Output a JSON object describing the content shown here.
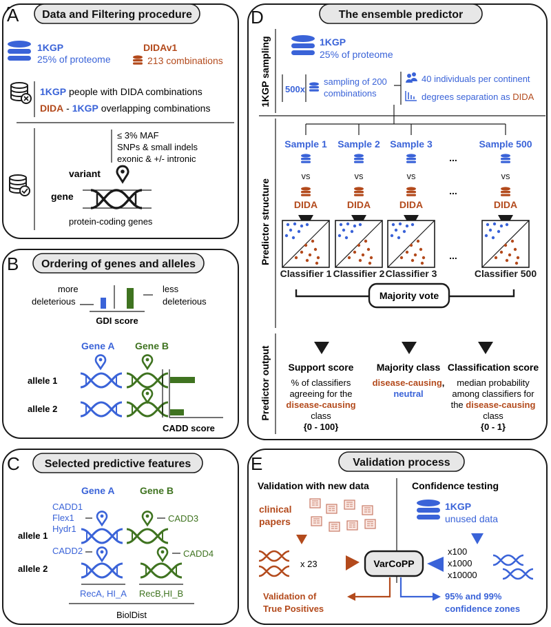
{
  "colors": {
    "blue": "#3a63d8",
    "red": "#b34a1c",
    "green": "#3f7320",
    "dark": "#1a1a1a",
    "header_fill": "#e7e7e7"
  },
  "panel_a": {
    "letter": "A",
    "title": "Data and Filtering procedure",
    "kgp": "1KGP",
    "proteome": "25% of proteome",
    "dida_v1": "DIDAv1",
    "combinations": "213 combinations",
    "filter1_kgp": "1KGP",
    "filter1_rest": " people with DIDA combinations",
    "filter2_dida": "DIDA",
    "filter2_dash": " - ",
    "filter2_kgp": "1KGP",
    "filter2_rest": " overlapping combinations",
    "maf": "≤ 3% MAF",
    "snps": "SNPs & small indels",
    "exonic": "exonic & +/- intronic",
    "variant": "variant",
    "gene": "gene",
    "protein_coding": "protein-coding genes",
    "icons": [
      "database-icon",
      "database-x-icon",
      "database-check-icon",
      "location-pin-icon",
      "dna-icon"
    ]
  },
  "panel_b": {
    "letter": "B",
    "title": "Ordering of genes and alleles",
    "more": "more",
    "deleterious1": "deleterious",
    "less": "less",
    "deleterious2": "deleterious",
    "gdi": "GDI score",
    "gene_a": "Gene A",
    "gene_b": "Gene B",
    "allele1": "allele 1",
    "allele2": "allele 2",
    "cadd": "CADD score"
  },
  "panel_c": {
    "letter": "C",
    "title": "Selected predictive features",
    "gene_a": "Gene A",
    "gene_b": "Gene B",
    "cadd1": "CADD1",
    "flex1": "Flex1",
    "hydr1": "Hydr1",
    "cadd2": "CADD2",
    "cadd3": "CADD3",
    "cadd4": "CADD4",
    "allele1": "allele 1",
    "allele2": "allele 2",
    "reca": "RecA, HI_A",
    "recb": "RecB,HI_B",
    "biodist": "BiolDist"
  },
  "panel_d": {
    "letter": "D",
    "title": "The ensemble predictor",
    "side_sampling": "1KGP sampling",
    "side_structure": "Predictor structure",
    "side_output": "Predictor output",
    "kgp": "1KGP",
    "proteome": "25% of proteome",
    "times": "500x",
    "sampling1": "sampling of 200",
    "sampling2": "combinations",
    "individuals": "40 individuals per continent",
    "degrees_pre": "degrees separation as ",
    "degrees_dida": "DIDA",
    "samples": [
      "Sample 1",
      "Sample 2",
      "Sample 3",
      "Sample 500"
    ],
    "vs": "vs",
    "dida": "DIDA",
    "ellipsis": "...",
    "classifiers": [
      "Classifier 1",
      "Classifier 2",
      "Classifier 3",
      "Classifier 500"
    ],
    "majority_vote": "Majority vote",
    "support_title": "Support score",
    "support_l1": "% of classifiers",
    "support_l2": "agreeing for the",
    "support_l3": "disease-causing",
    "support_l4": "class",
    "support_l5": "{0 - 100}",
    "majority_title": "Majority class",
    "majority_l1": "disease-causing",
    "majority_comma": ",",
    "majority_l2": "neutral",
    "class_title": "Classification score",
    "class_l1": "median probability",
    "class_l2": "among classifiers for",
    "class_l3a": "the ",
    "class_l3b": "disease-causing",
    "class_l4": "class",
    "class_l5": "{0 - 1}"
  },
  "panel_e": {
    "letter": "E",
    "title": "Validation process",
    "val_new": "Validation with new data",
    "conf_test": "Confidence testing",
    "clinical": "clinical",
    "papers": "papers",
    "kgp": "1KGP",
    "unused": "unused data",
    "x23": "x 23",
    "varcopp": "VarCoPP",
    "x100": "x100",
    "x1000": "x1000",
    "x10000": "x10000",
    "val_tp1": "Validation of",
    "val_tp2": "True Positives",
    "conf1": "95% and 99%",
    "conf2": "confidence zones"
  }
}
